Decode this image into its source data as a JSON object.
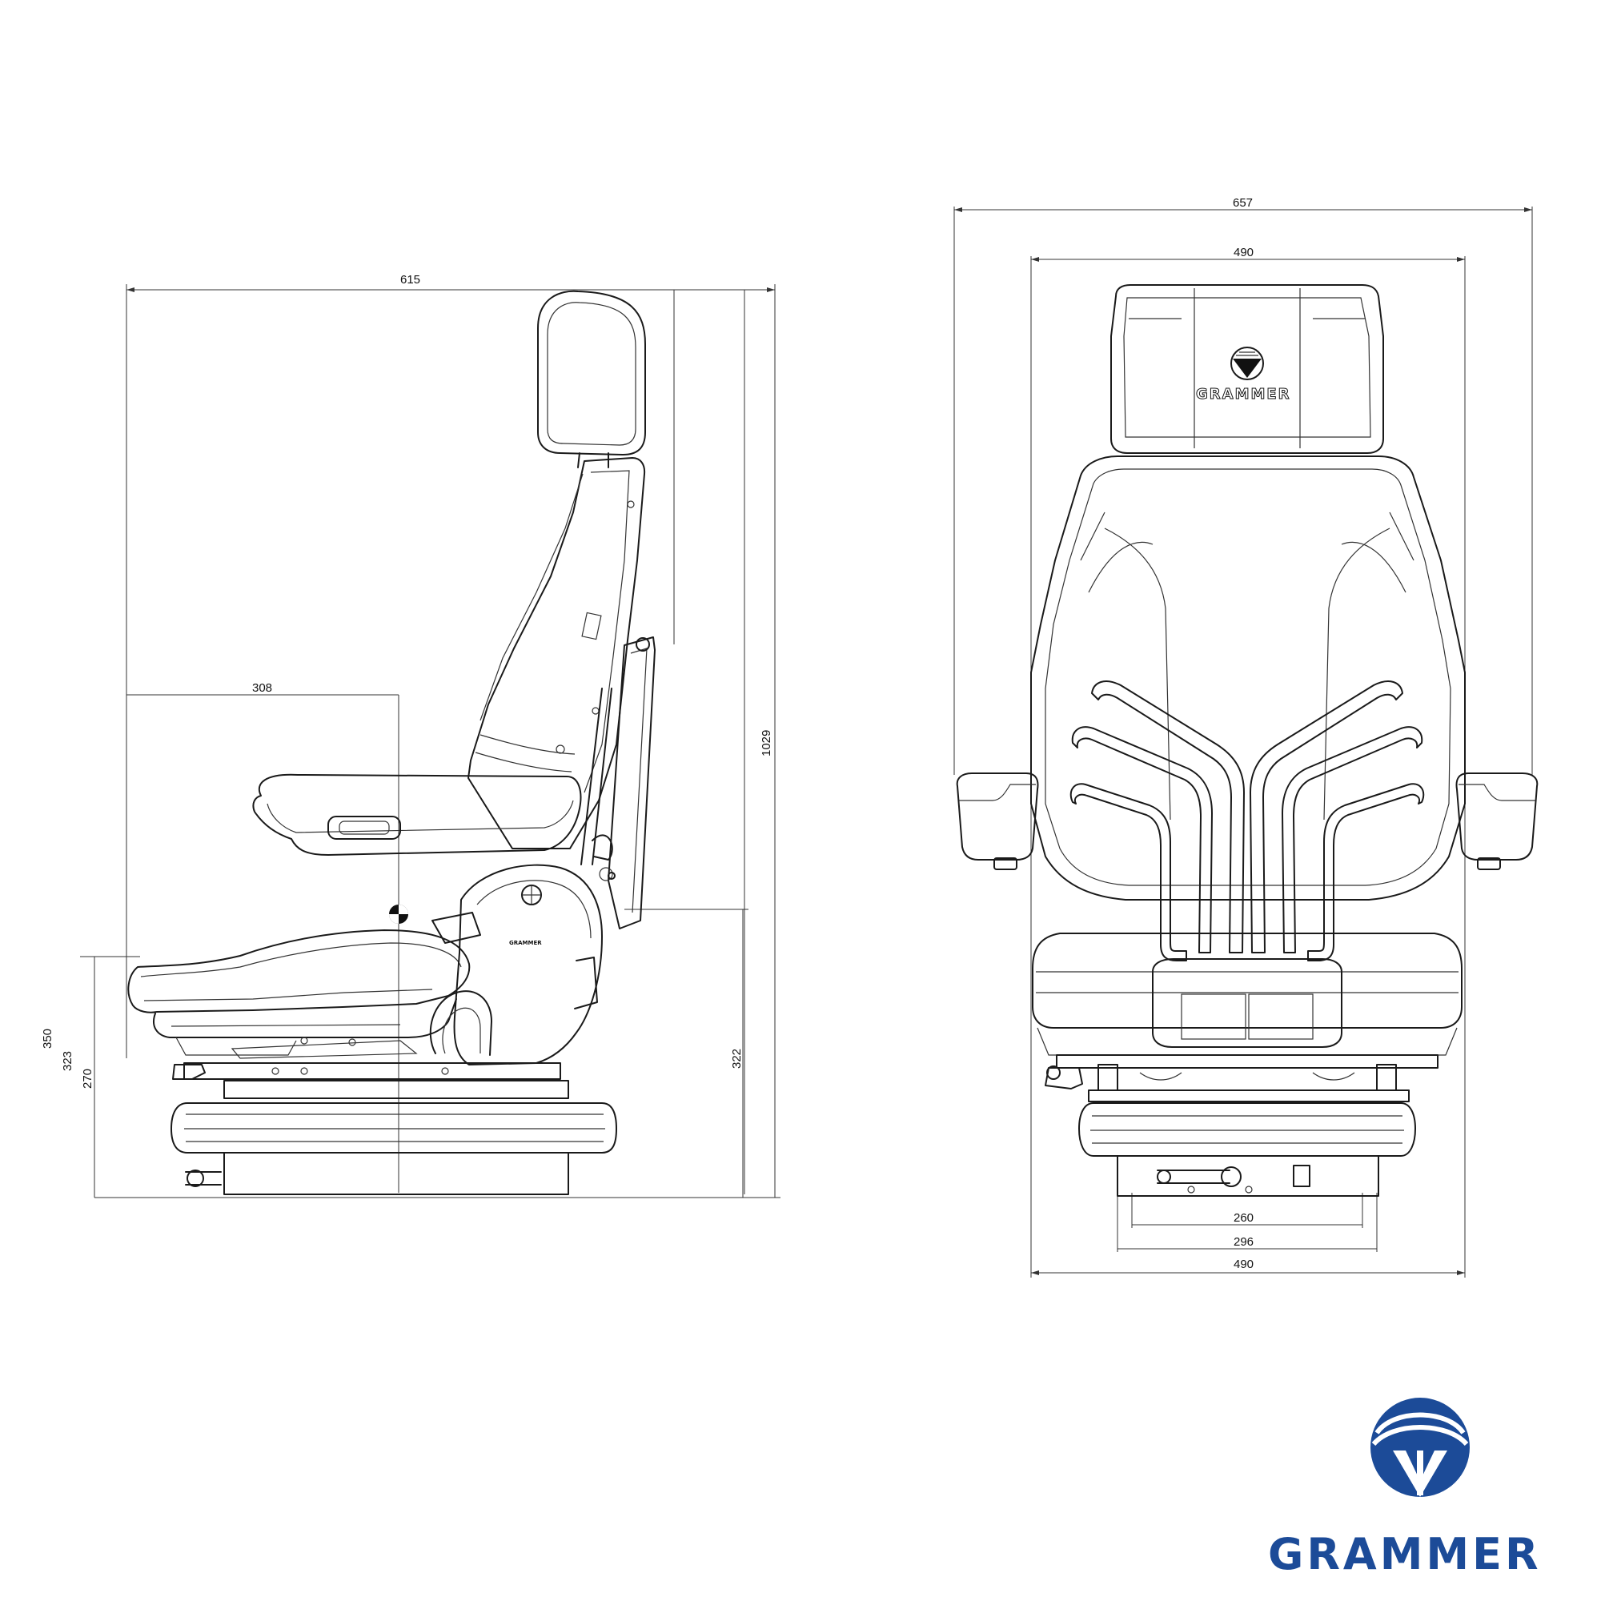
{
  "brand": {
    "name": "GRAMMER",
    "color": "#1c4b98"
  },
  "side_view": {
    "dim_depth_total": "615",
    "dim_hpoint": "308",
    "dim_height_total": "1029",
    "dim_height_322": "322",
    "dim_stroke_350": "350",
    "dim_stroke_323": "323",
    "dim_stroke_270": "270",
    "housing_label": "GRAMMER"
  },
  "front_view": {
    "dim_width_armrests": "657",
    "dim_width_back": "490",
    "dim_base_260": "260",
    "dim_base_296": "296",
    "dim_base_490": "490",
    "headrest_label": "GRAMMER"
  }
}
